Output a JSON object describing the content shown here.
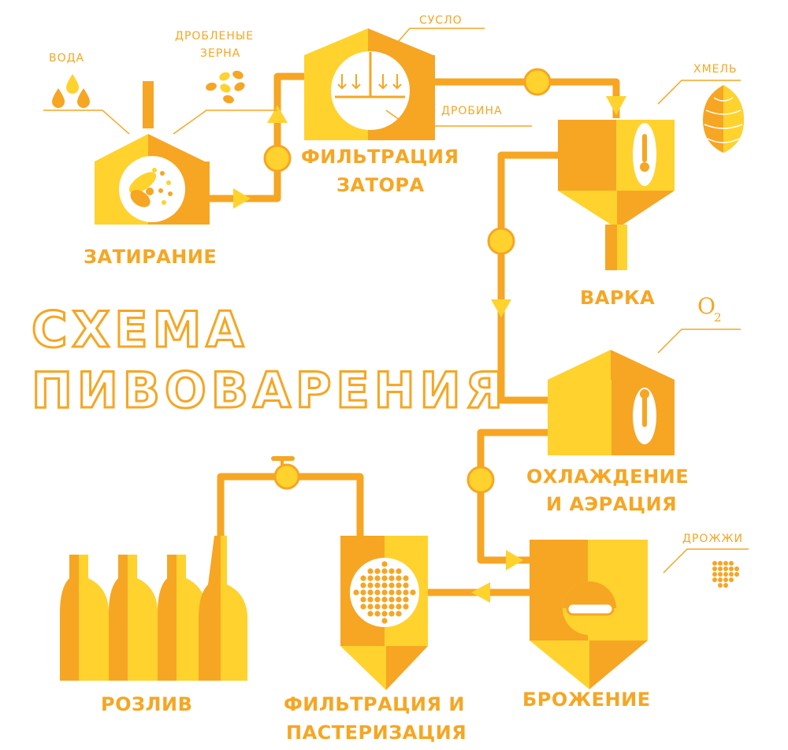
{
  "title": {
    "line1": "СХЕМА",
    "line2": "ПИВОВАРЕНИЯ"
  },
  "colors": {
    "dark": "#f6a623",
    "light": "#ffd22e",
    "pipe": "#f6a623",
    "text": "#f6a623"
  },
  "stages": {
    "mashing": {
      "label": "ЗАТИРАНИЕ"
    },
    "lautering": {
      "label_line1": "ФИЛЬТРАЦИЯ",
      "label_line2": "ЗАТОРА"
    },
    "boiling": {
      "label": "ВАРКА"
    },
    "cooling": {
      "label_line1": "ОХЛАЖДЕНИЕ",
      "label_line2": "И АЭРАЦИЯ"
    },
    "fermentation": {
      "label": "БРОЖЕНИЕ"
    },
    "filtration": {
      "label_line1": "ФИЛЬТРАЦИЯ И",
      "label_line2": "ПАСТЕРИЗАЦИЯ"
    },
    "bottling": {
      "label": "РОЗЛИВ"
    }
  },
  "ingredients": {
    "water": "ВОДА",
    "grain_line1": "ДРОБЛЕНЫЕ",
    "grain_line2": "ЗЕРНА",
    "wort": "СУСЛО",
    "spent_grain": "ДРОБИНА",
    "hops": "ХМЕЛЬ",
    "oxygen": "O",
    "oxygen_sub": "2",
    "yeast": "ДРОЖЖИ"
  },
  "icons": [
    "water-drops-icon",
    "grain-icon",
    "hop-cone-icon",
    "oxygen-icon",
    "yeast-icon",
    "thermometer-icon",
    "propeller-icon",
    "filter-mesh-icon",
    "valve-icon",
    "bottle-icon"
  ]
}
